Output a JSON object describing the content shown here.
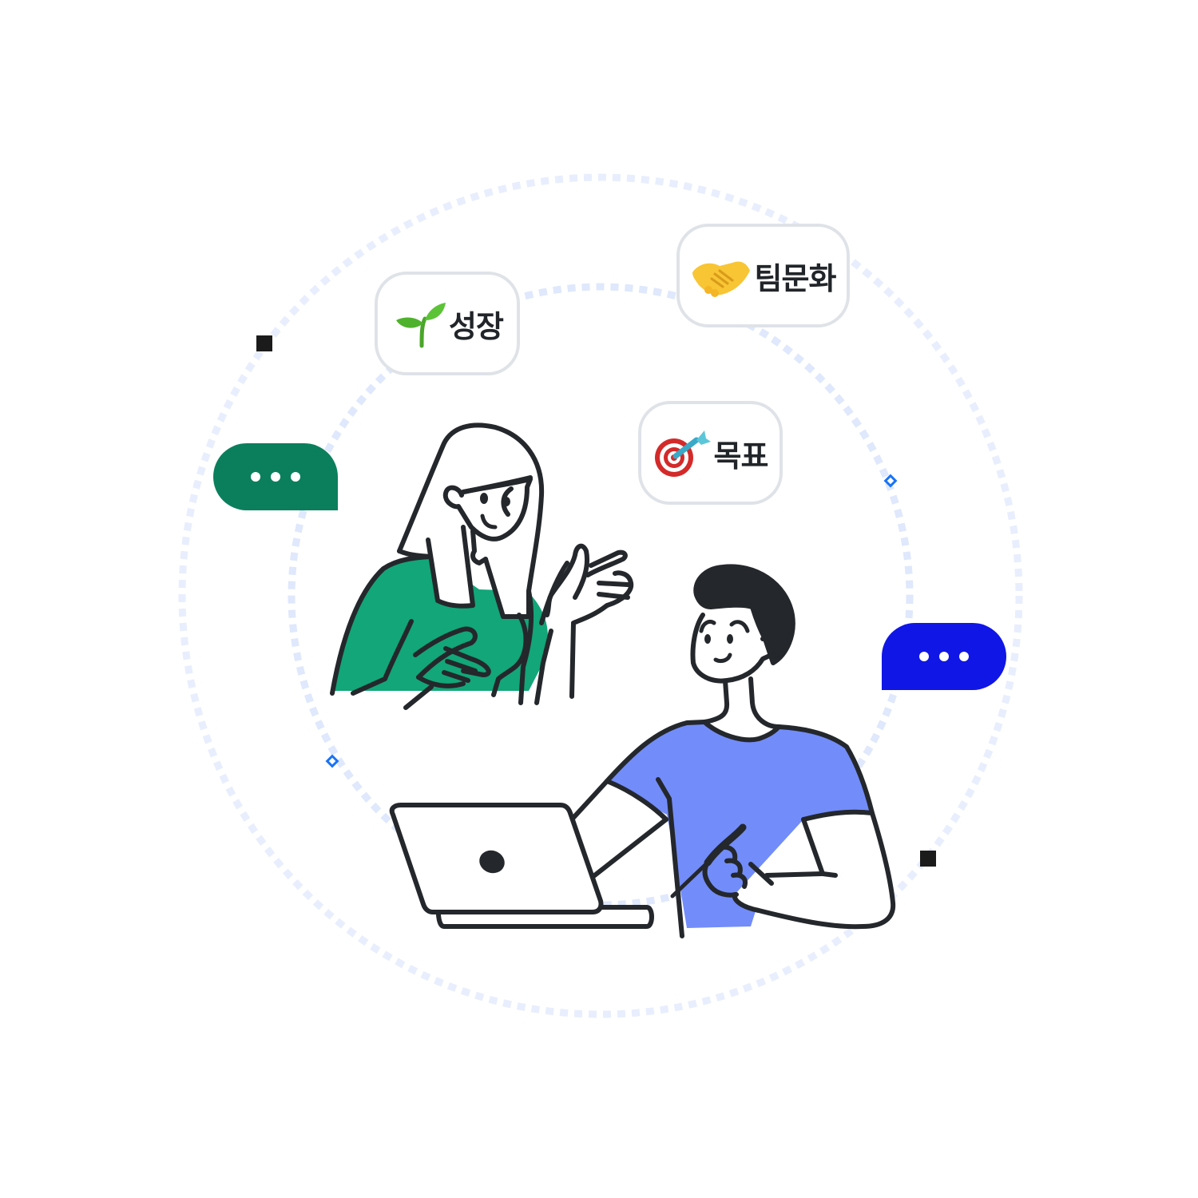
{
  "colors": {
    "ring": "#e4ecfd",
    "chip_border": "#dfe3e8",
    "chip_text": "#212529",
    "bubble_green": "#0b7f5c",
    "bubble_blue": "#1016e6",
    "woman_shirt": "#12a678",
    "man_shirt": "#728cfa",
    "outline": "#24272b",
    "accent_diamond": "#1a73f5",
    "square": "#1b1b1b"
  },
  "chips": [
    {
      "id": "growth",
      "icon": "seedling-icon",
      "label": "성장"
    },
    {
      "id": "team-culture",
      "icon": "handshake-icon",
      "label": "팀문화"
    },
    {
      "id": "goal",
      "icon": "target-dart-icon",
      "label": "목표"
    }
  ],
  "bubbles": [
    {
      "id": "left",
      "icon": "ellipsis-icon",
      "color": "#0b7f5c"
    },
    {
      "id": "right",
      "icon": "ellipsis-icon",
      "color": "#1016e6"
    }
  ],
  "illustration": {
    "people": [
      "woman-gesturing",
      "man-with-laptop"
    ],
    "objects": [
      "laptop",
      "pen"
    ]
  }
}
